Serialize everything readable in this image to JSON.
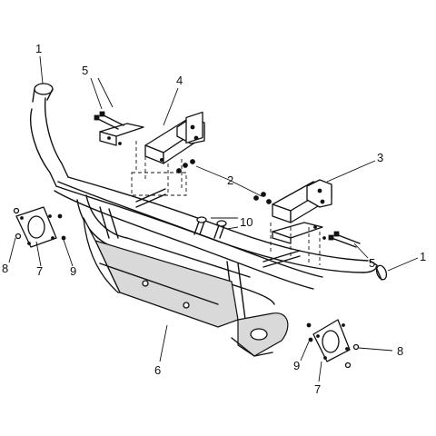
{
  "diagram": {
    "callouts": [
      {
        "id": "c1a",
        "text": "1"
      },
      {
        "id": "c5a",
        "text": "5"
      },
      {
        "id": "c4",
        "text": "4"
      },
      {
        "id": "c3",
        "text": "3"
      },
      {
        "id": "c2",
        "text": "2"
      },
      {
        "id": "c10",
        "text": "10"
      },
      {
        "id": "c1b",
        "text": "1"
      },
      {
        "id": "c5b",
        "text": "5"
      },
      {
        "id": "c8a",
        "text": "8"
      },
      {
        "id": "c7a",
        "text": "7"
      },
      {
        "id": "c9a",
        "text": "9"
      },
      {
        "id": "c6",
        "text": "6"
      },
      {
        "id": "c9b",
        "text": "9"
      },
      {
        "id": "c8b",
        "text": "8"
      },
      {
        "id": "c7b",
        "text": "7"
      }
    ]
  }
}
